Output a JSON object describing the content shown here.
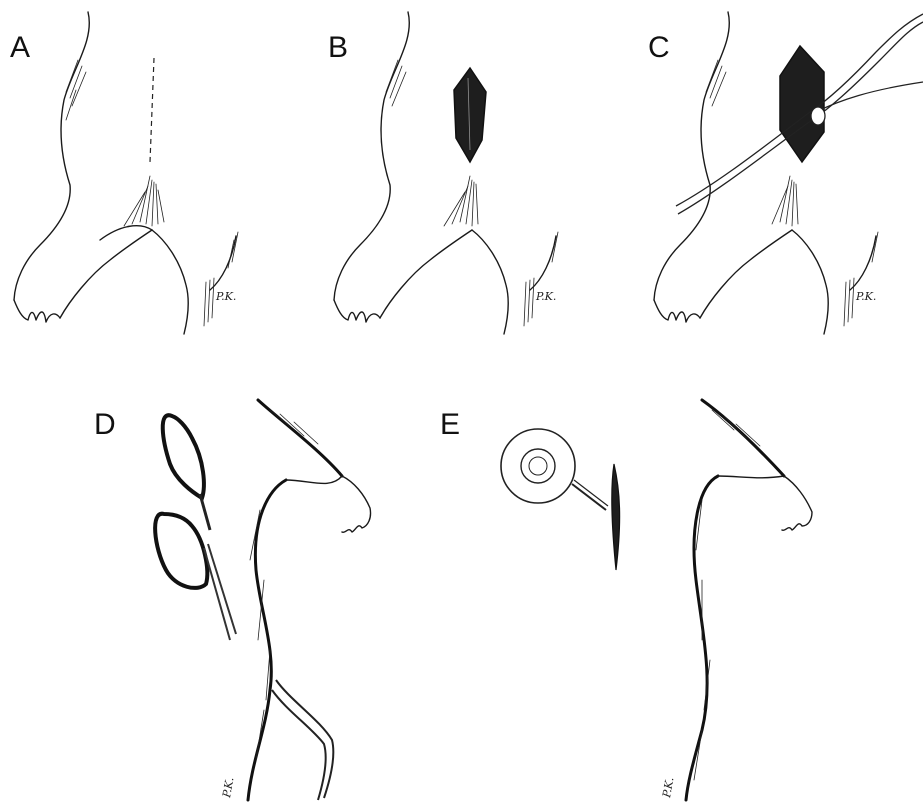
{
  "panels": [
    {
      "id": "A",
      "label": "A",
      "initials": "P.K."
    },
    {
      "id": "B",
      "label": "B",
      "initials": "P.K."
    },
    {
      "id": "C",
      "label": "C",
      "initials": "P.K."
    },
    {
      "id": "D",
      "label": "D",
      "initials": "P.K."
    },
    {
      "id": "E",
      "label": "E",
      "initials": "P.K."
    }
  ],
  "colors": {
    "ink": "#1a1a1a",
    "background": "#ffffff",
    "incision_fill": "#1e1e1e"
  }
}
